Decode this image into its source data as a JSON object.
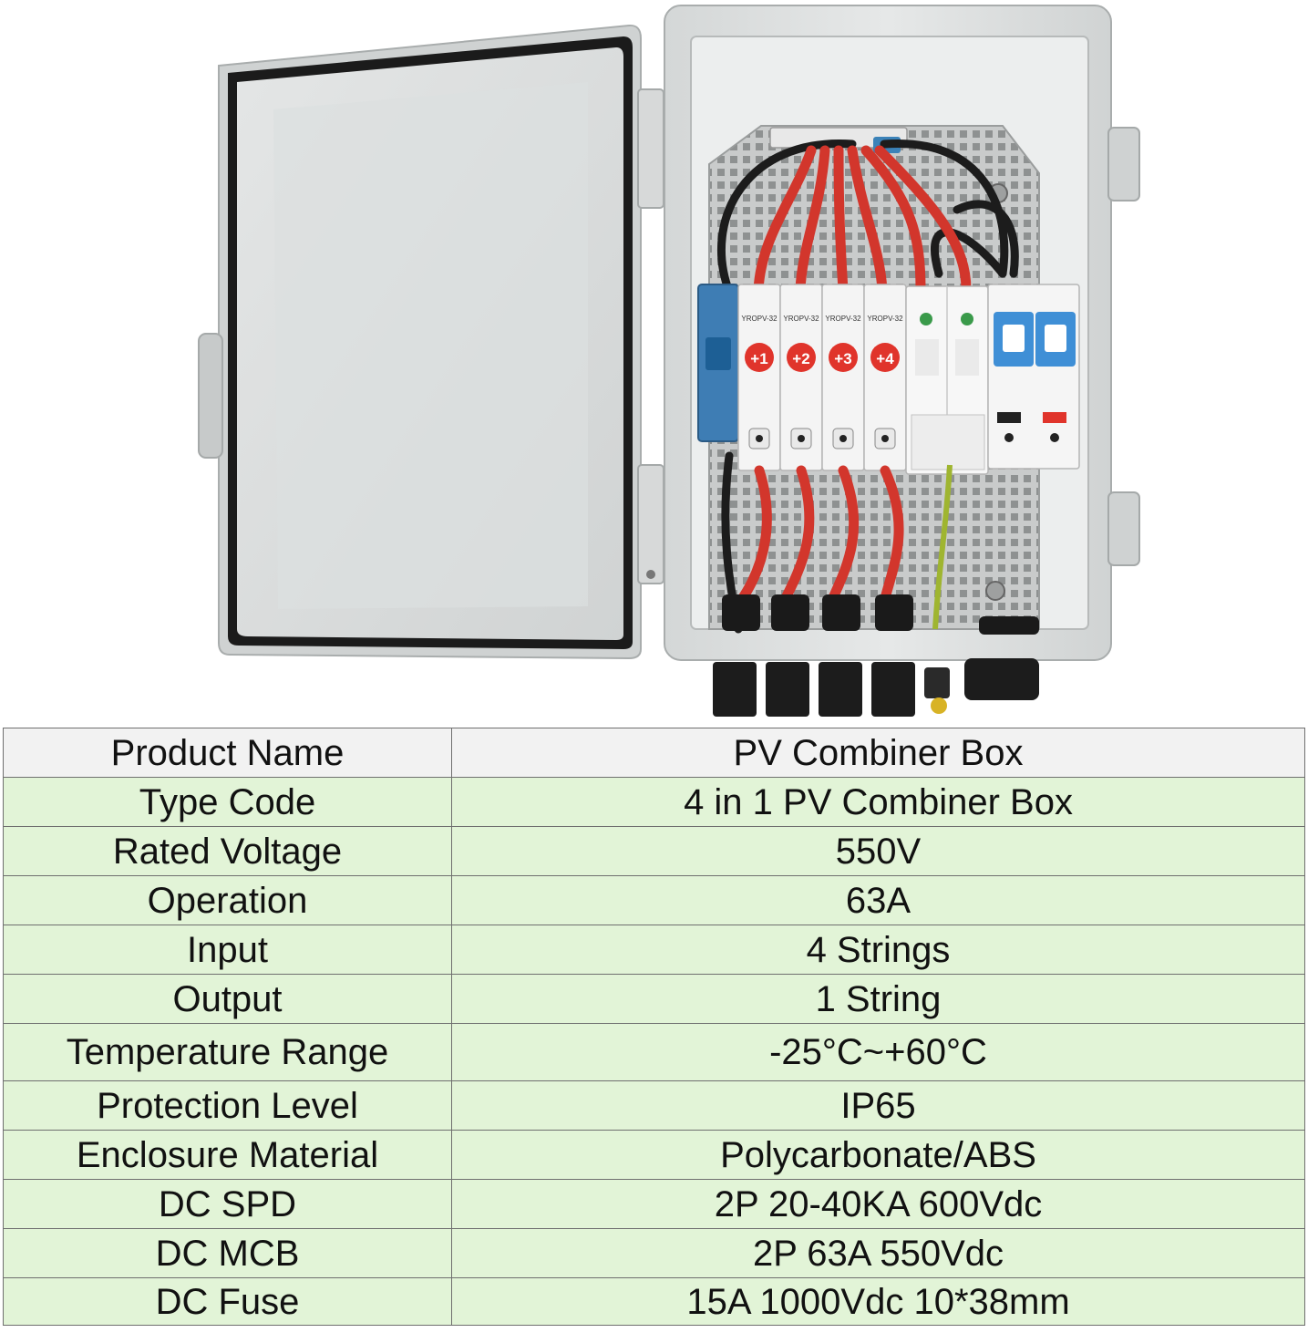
{
  "photo": {
    "fuse_labels": [
      "+1",
      "+2",
      "+3",
      "+4"
    ],
    "fuse_model": "YROPV-32",
    "colors": {
      "enclosure": "#d9dcdc",
      "backplate": "#c4c6c6",
      "cable_red": "#d2362c",
      "cable_black": "#1c1c1c",
      "mcb_blue": "#3f8fd6",
      "fuse_badge": "#e0342b"
    }
  },
  "spec_table": {
    "header": {
      "label": "Product Name",
      "value": "PV Combiner Box"
    },
    "rows": [
      {
        "label": "Type Code",
        "value": "4 in 1 PV Combiner Box"
      },
      {
        "label": "Rated Voltage",
        "value": "550V"
      },
      {
        "label": "Operation",
        "value": "63A"
      },
      {
        "label": "Input",
        "value": "4 Strings"
      },
      {
        "label": "Output",
        "value": "1 String"
      },
      {
        "label": "Temperature Range",
        "value": "-25°C~+60°C"
      },
      {
        "label": "Protection Level",
        "value": "IP65"
      },
      {
        "label": "Enclosure Material",
        "value": "Polycarbonate/ABS"
      },
      {
        "label": "DC SPD",
        "value": "2P 20-40KA 600Vdc"
      },
      {
        "label": "DC MCB",
        "value": "2P 63A 550Vdc"
      },
      {
        "label": "DC Fuse",
        "value": "15A 1000Vdc 10*38mm"
      }
    ],
    "colors": {
      "header_bg": "#f2f2f2",
      "row_bg": "#e2f4d7",
      "border": "#6f6f6f"
    }
  }
}
